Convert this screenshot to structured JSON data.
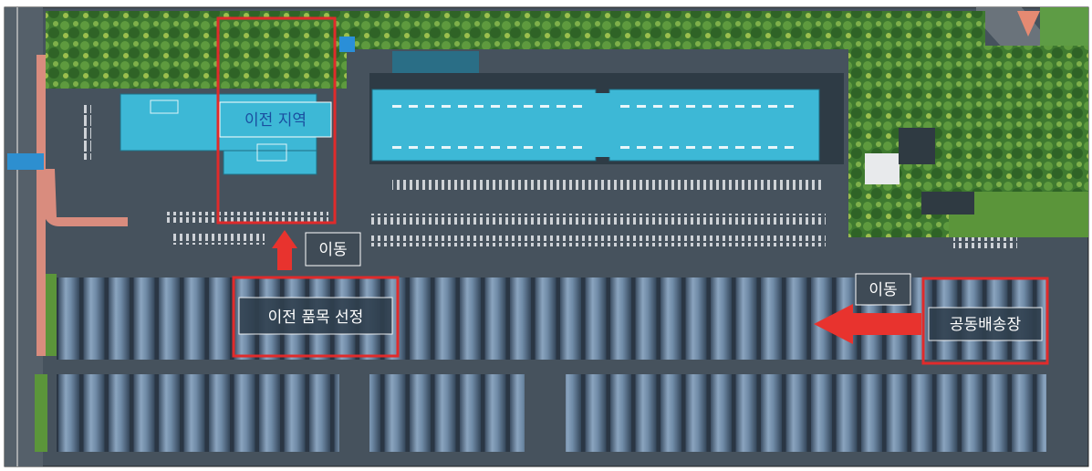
{
  "labels": {
    "relocation_area": "이전 지역",
    "move_top": "이동",
    "relocation_item_selection": "이전 품목 선정",
    "move_right": "이동",
    "shared_shipping_area": "공동배송장"
  },
  "colors": {
    "highlight_red": "#e02b2b",
    "arrow_red": "#e8332e",
    "roof_blue": "#3db8d6",
    "asphalt": "#4a5560",
    "greenhouse": "#6e8aa6",
    "foliage": "#4f8a3a"
  }
}
